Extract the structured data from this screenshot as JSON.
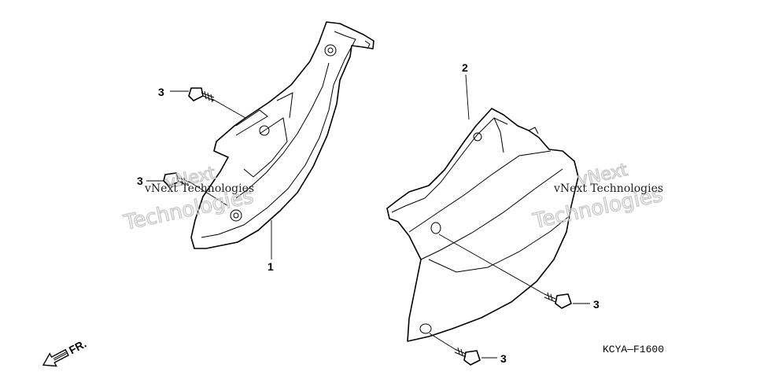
{
  "diagram": {
    "callouts": [
      {
        "id": "c1",
        "label": "1"
      },
      {
        "id": "c2",
        "label": "2"
      },
      {
        "id": "c3a",
        "label": "3"
      },
      {
        "id": "c3b",
        "label": "3"
      },
      {
        "id": "c3c",
        "label": "3"
      },
      {
        "id": "c3d",
        "label": "3"
      }
    ],
    "direction_label": "FR.",
    "drawing_code": "KCYA—F1600",
    "watermark": {
      "brand": "vNext",
      "word": "Technologies",
      "full": "vNext Technologies"
    }
  }
}
